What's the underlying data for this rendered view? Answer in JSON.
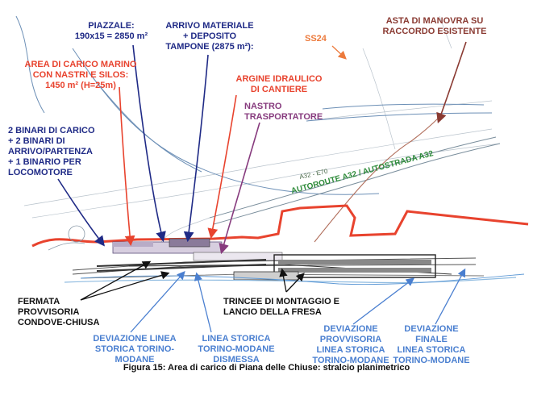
{
  "labels": {
    "piazzale": "PIAZZALE:\n190x15 = 2850  m²",
    "arrivo": "ARRIVO MATERIALE\n+ DEPOSITO\nTAMPONE (2875 m²):",
    "asta": "ASTA DI MANOVRA SU\nRACCORDO ESISTENTE",
    "ss24": "SS24",
    "area_carico": "AREA DI CARICO MARINO\nCON NASTRI E SILOS:\n1450 m² (H=25m)",
    "argine": "ARGINE IDRAULICO\nDI CANTIERE",
    "nastro": "NASTRO\nTRASPORTATORE",
    "binari": "2 BINARI DI CARICO\n+ 2 BINARI DI\nARRIVO/PARTENZA\n+ 1 BINARIO PER\nLOCOMOTORE",
    "a32_code": "A32 - E70",
    "autoroute": "AUTOROUTE A32 / AUTOSTRADA A32",
    "fermata": "FERMATA\nPROVVISORIA\nCONDOVE-CHIUSA",
    "trincee": "TRINCEE DI MONTAGGIO E\nLANCIO DELLA FRESA",
    "dev_linea": "DEVIAZIONE LINEA\nSTORICA TORINO-\nMODANE",
    "linea_dismessa": "LINEA STORICA\nTORINO-MODANE\nDISMESSA",
    "dev_provvisoria": "DEVIAZIONE\nPROVVISORIA\nLINEA STORICA\nTORINO-MODANE",
    "dev_finale": "DEVIAZIONE\nFINALE\nLINEA STORICA\nTORINO-MODANE"
  },
  "caption": "Figura 15: Area di carico di Piana delle Chiuse: stralcio planimetrico",
  "colors": {
    "navy": "#1f2a86",
    "red": "#e8432e",
    "brown": "#8a3a32",
    "purple": "#873b7e",
    "orange": "#ec7a3c",
    "green": "#2e8b3a",
    "light_blue": "#4a7fd0",
    "black": "#111111"
  }
}
